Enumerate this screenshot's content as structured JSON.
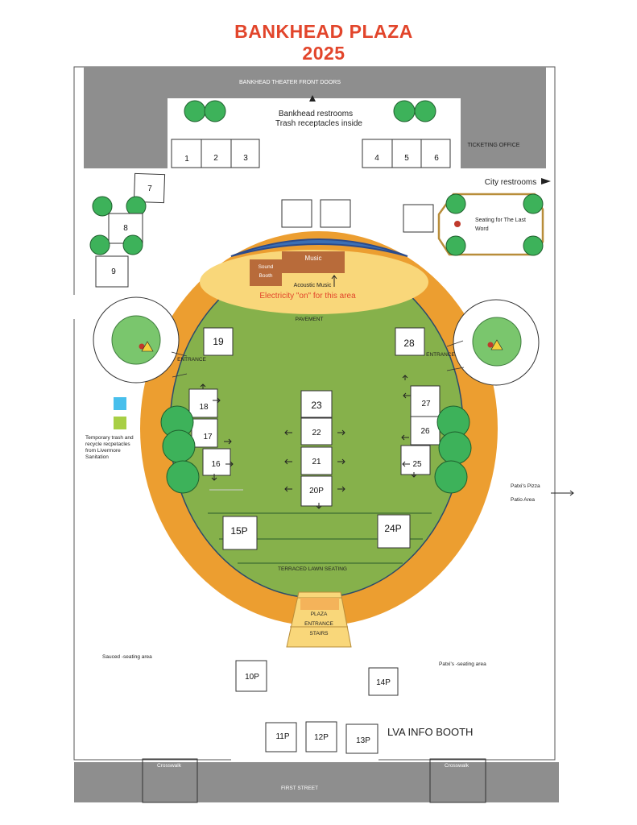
{
  "title": {
    "line1": "BANKHEAD PLAZA",
    "line2": "2025"
  },
  "labels": {
    "theater_doors": "BANKHEAD THEATER FRONT DOORS",
    "restrooms_line1": "Bankhead restrooms",
    "restrooms_line2": "Trash receptacles inside",
    "ticketing": "TICKETING OFFICE",
    "city_restrooms": "City restrooms",
    "seating_last_word_line1": "Seating for The Last",
    "seating_last_word_line2": "Word",
    "sound_booth_line1": "Sound",
    "sound_booth_line2": "Booth",
    "music": "Music",
    "acoustic_music": "Acoustic Music",
    "electricity": "Electricity \"on\" for this area",
    "pavement": "PAVEMENT",
    "entrance_left": "ENTRANCE",
    "entrance_right": "ENTRANCE",
    "trash_line1": "Temporary trash and",
    "trash_line2": "recycle recpetacles",
    "trash_line3": "from Livermore",
    "trash_line4": "Sanitation",
    "patxi_pizza_line1": "Patxi's Pizza",
    "patxi_pizza_line2": "Patio Area",
    "terraced": "TERRACED LAWN SEATING",
    "plaza_stairs_line1": "PLAZA",
    "plaza_stairs_line2": "ENTRANCE",
    "plaza_stairs_line3": "STAIRS",
    "sauced": "Sauced  -seating area",
    "patxi_seating": "Patxi's -seating area",
    "lva_info": "LVA INFO BOOTH",
    "crosswalk_left": "Crosswalk",
    "crosswalk_right": "Crosswalk",
    "first_street": "FIRST STREET"
  },
  "booths": {
    "b1": "1",
    "b2": "2",
    "b3": "3",
    "b4": "4",
    "b5": "5",
    "b6": "6",
    "b7": "7",
    "b8": "8",
    "b9": "9",
    "b10p": "10P",
    "b11p": "11P",
    "b12p": "12P",
    "b13p": "13P",
    "b14p": "14P",
    "b15p": "15P",
    "b16": "16",
    "b17": "17",
    "b18": "18",
    "b19": "19",
    "b20p": "20P",
    "b21": "21",
    "b22": "22",
    "b23": "23",
    "b24p": "24P",
    "b25": "25",
    "b26": "26",
    "b27": "27",
    "b28": "28"
  },
  "legend_colors": {
    "blue": "#48bfec",
    "green": "#a8cf45"
  },
  "colors": {
    "title": "#e2452b",
    "lawn": "#86b14b",
    "ring": "#ec9e30",
    "stage": "#f9d77a",
    "music_box": "#b86b3a",
    "gray_building": "#8e8e8e",
    "tree": "#3db25a"
  }
}
